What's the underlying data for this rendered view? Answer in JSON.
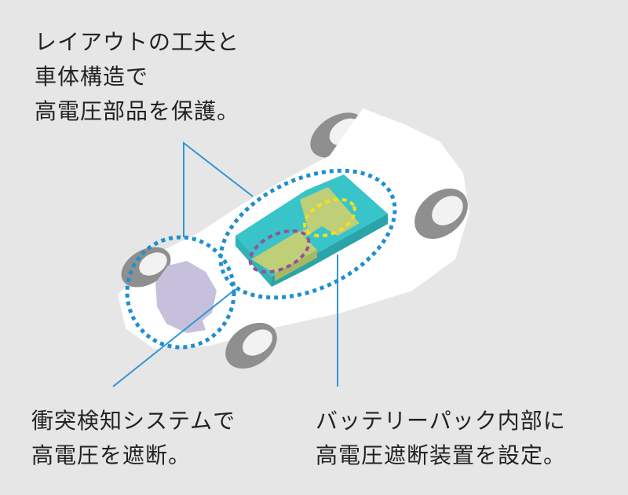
{
  "captions": {
    "layout": [
      "レイアウトの工夫と",
      "車体構造で",
      "高電圧部品を保護。"
    ],
    "collision": [
      "衝突検知システムで",
      "高電圧を遮断。"
    ],
    "battery": [
      "バッテリーパック内部に",
      "高電圧遮断装置を設定。"
    ]
  },
  "colors": {
    "background": "#e6e6e6",
    "chassis": "#ffffff",
    "tire": "#8f8f8f",
    "rim": "#f2f2f2",
    "battery_pack": "#38c4c8",
    "t_component": "#bfcf78",
    "motor_unit": "#c7c0dc",
    "callout_line": "#2e96d4",
    "zone_outline": "#1e8fd1",
    "magenta_zone": "#9a4e9e",
    "yellow_zone": "#f0e020"
  }
}
